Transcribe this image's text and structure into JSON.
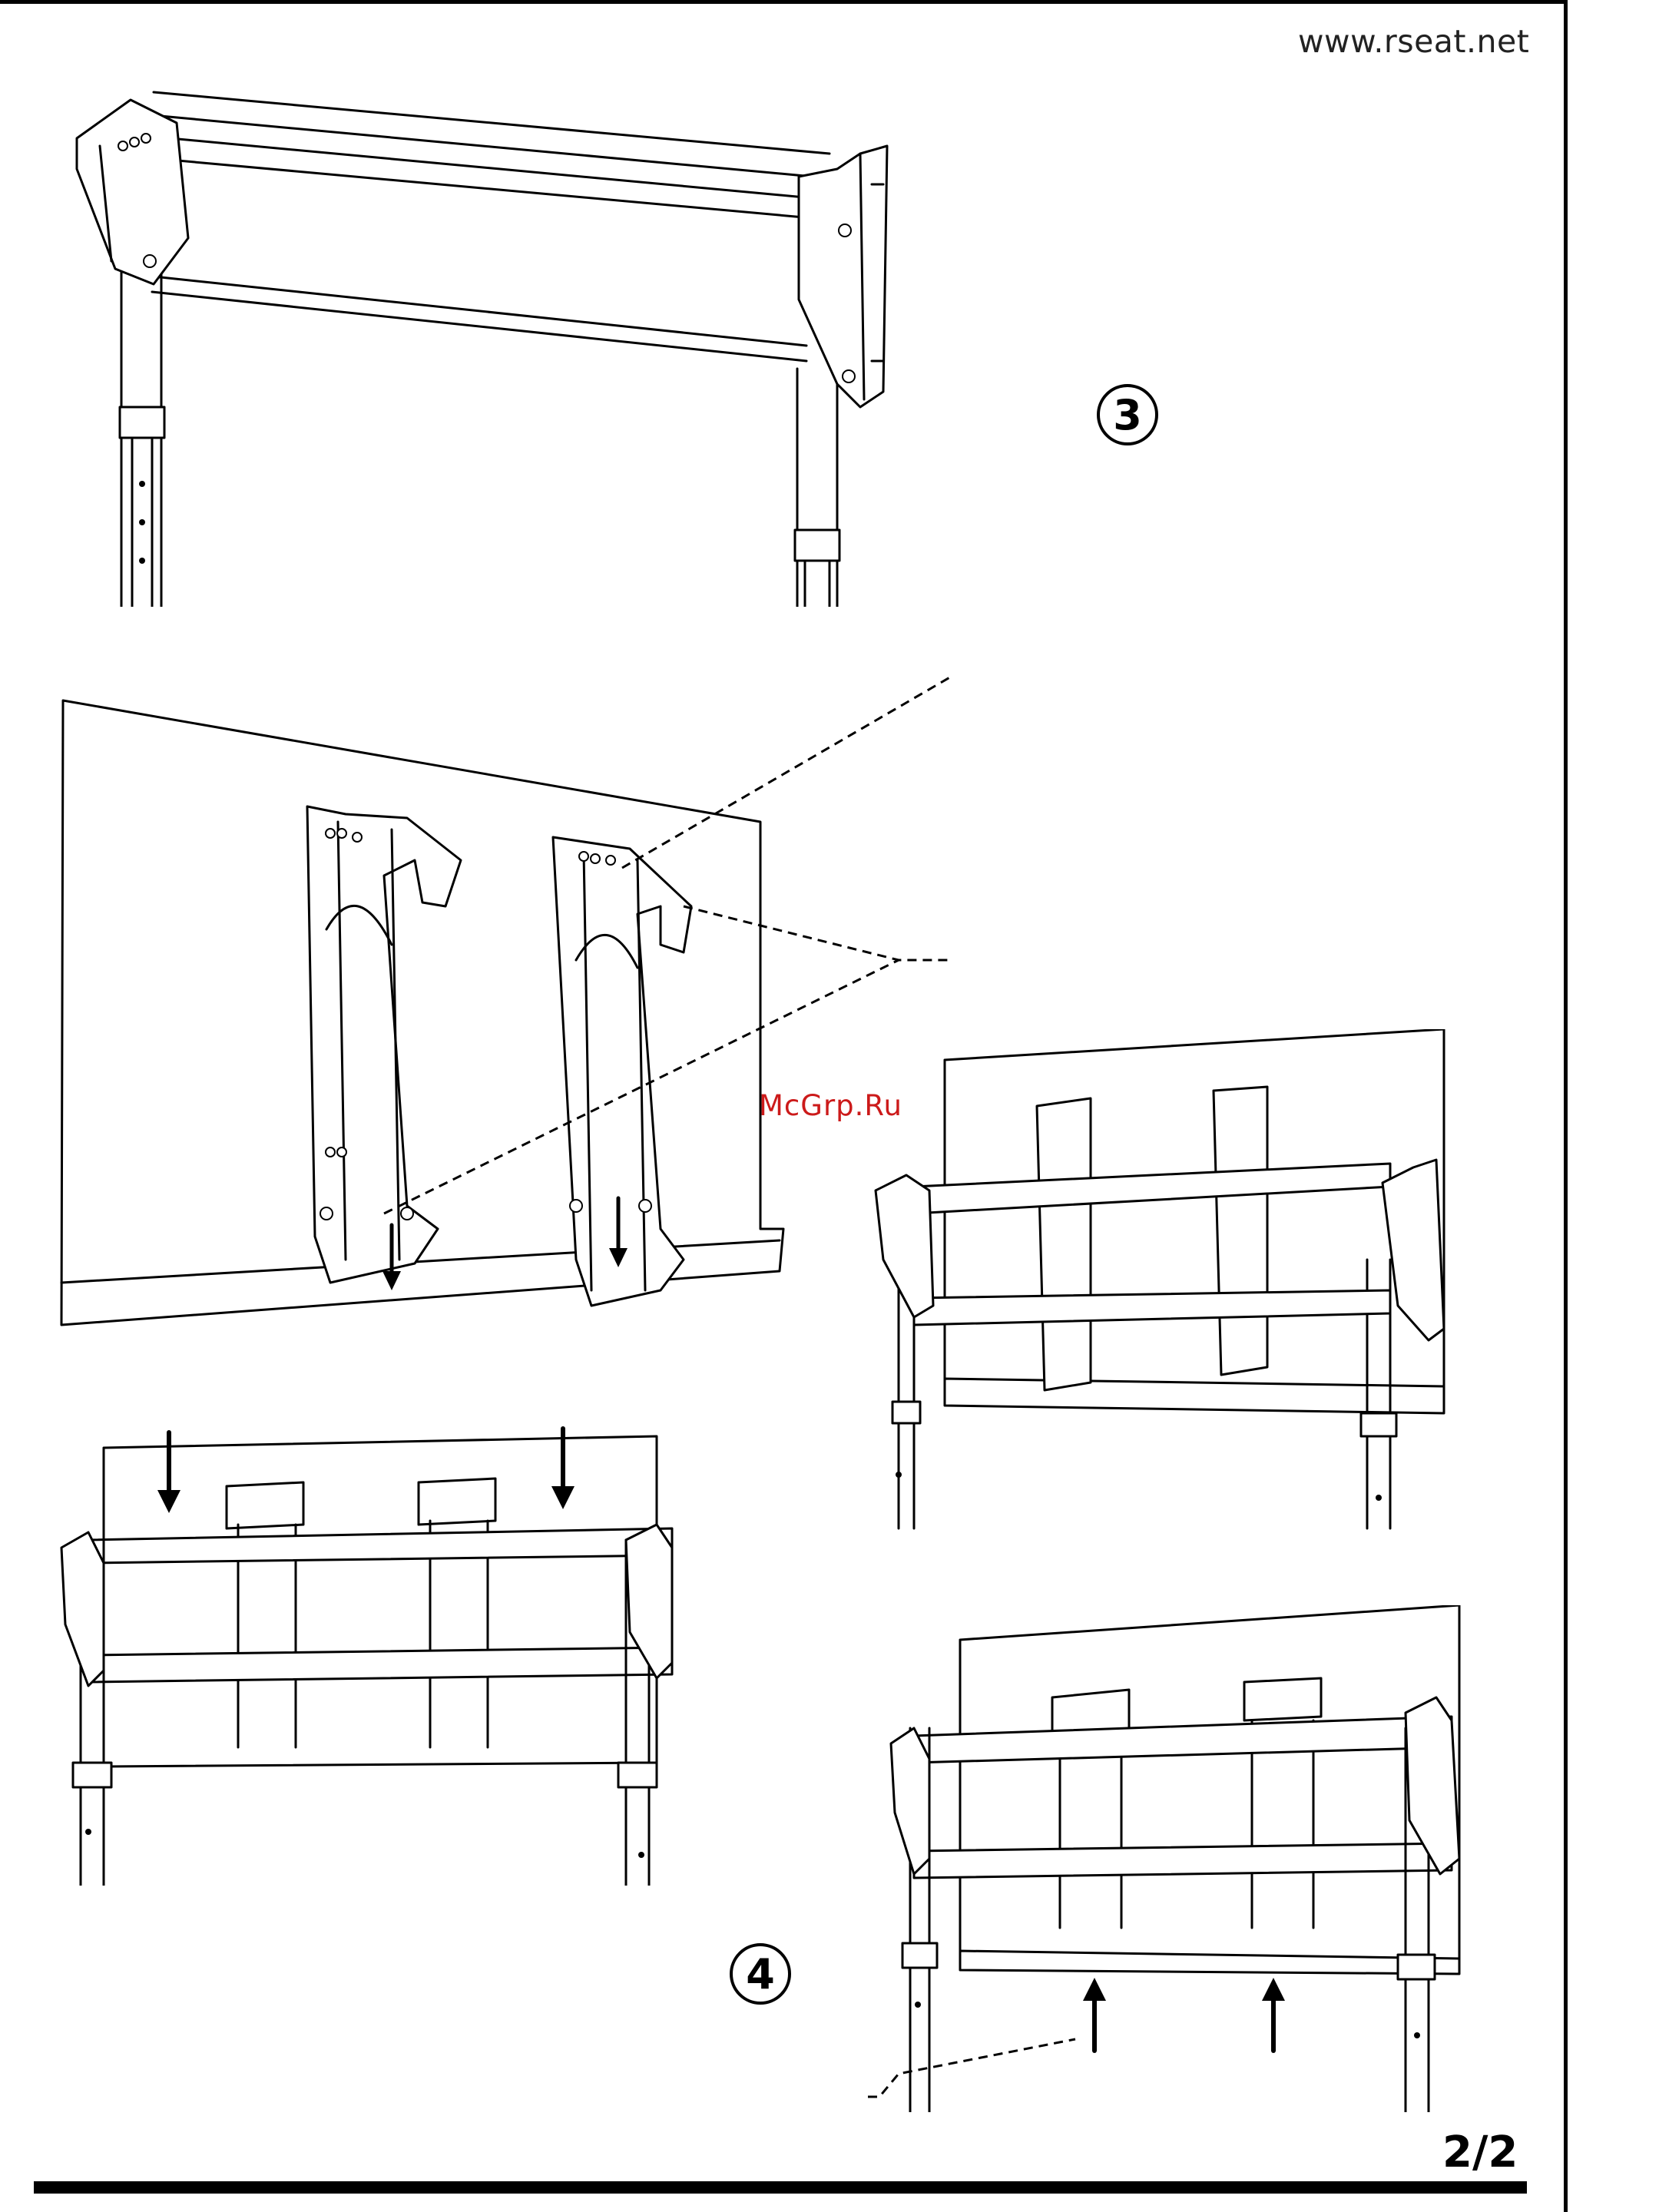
{
  "header": {
    "url": "www.rseat.net"
  },
  "steps": {
    "three": "3",
    "four": "4"
  },
  "watermark": "McGrp.Ru",
  "footer": {
    "page": "2/2"
  }
}
